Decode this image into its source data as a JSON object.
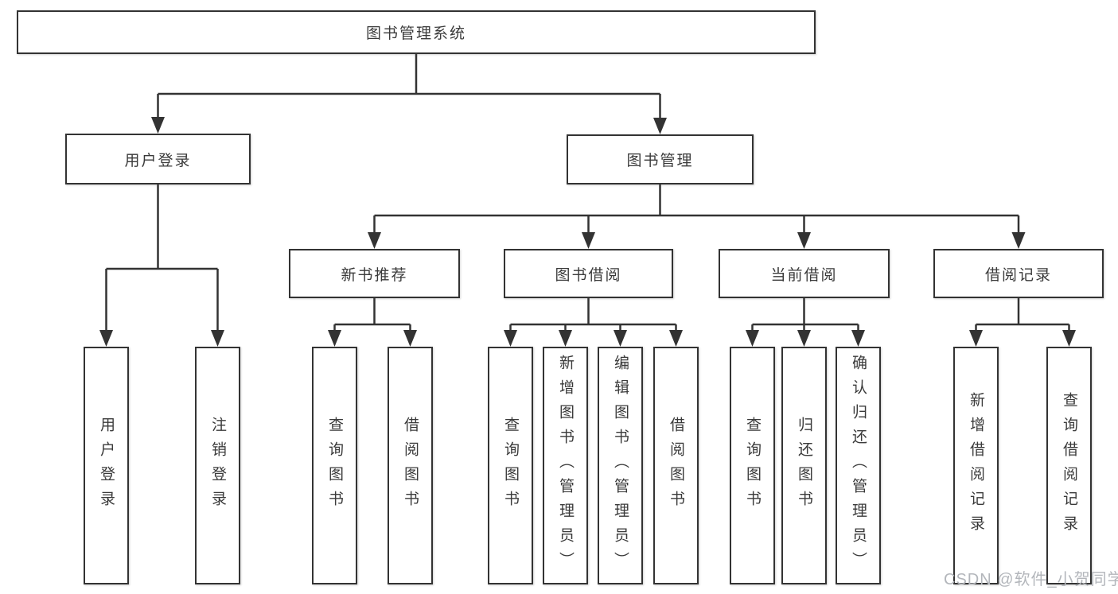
{
  "colors": {
    "line": "#333333",
    "box_border": "#333333",
    "text": "#3a3a3a",
    "watermark_text": "#b3b6bb",
    "bg": "#ffffff"
  },
  "watermark": {
    "label": "CSDN @软件_小贺同学"
  },
  "tree": {
    "root": {
      "label": "图书管理系统",
      "children": [
        {
          "label": "用户登录",
          "children": [
            {
              "label": "用户登录"
            },
            {
              "label": "注销登录"
            }
          ]
        },
        {
          "label": "图书管理",
          "children": [
            {
              "label": "新书推荐",
              "children": [
                {
                  "label": "查询图书"
                },
                {
                  "label": "借阅图书"
                }
              ]
            },
            {
              "label": "图书借阅",
              "children": [
                {
                  "label": "查询图书"
                },
                {
                  "label": "新增图书（管理员）"
                },
                {
                  "label": "编辑图书（管理员）"
                },
                {
                  "label": "借阅图书"
                }
              ]
            },
            {
              "label": "当前借阅",
              "children": [
                {
                  "label": "查询图书"
                },
                {
                  "label": "归还图书"
                },
                {
                  "label": "确认归还（管理员）"
                }
              ]
            },
            {
              "label": "借阅记录",
              "children": [
                {
                  "label": "新增借阅记录"
                },
                {
                  "label": "查询借阅记录"
                }
              ]
            }
          ]
        }
      ]
    }
  }
}
